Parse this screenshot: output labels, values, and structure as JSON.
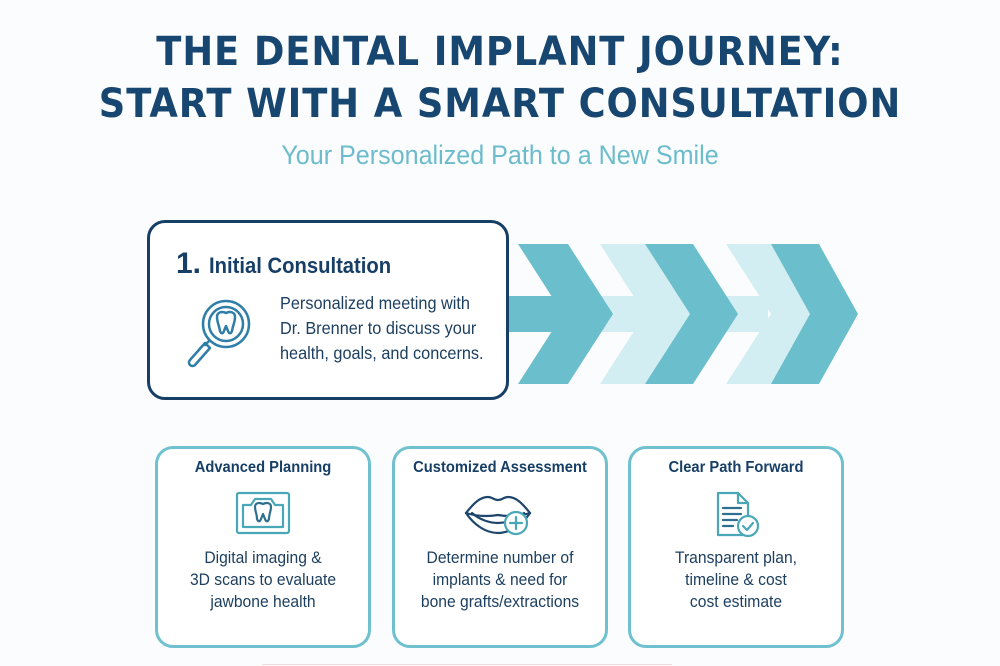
{
  "header": {
    "title_line1": "THE DENTAL IMPLANT JOURNEY:",
    "title_line2": "START WITH A SMART CONSULTATION",
    "subtitle": "Your Personalized Path to a New Smile"
  },
  "main_step": {
    "number": "1.",
    "title": "Initial Consultation",
    "icon": "magnifier-tooth-icon",
    "description_lines": [
      "Personalized meeting with",
      "Dr. Brenner to discuss your",
      "health, goals, and concerns."
    ]
  },
  "progress_arrows": {
    "count": 5,
    "colors": [
      "#6bbfcc",
      "#d3eef2",
      "#6bbfcc",
      "#d3eef2",
      "#6bbfcc"
    ]
  },
  "cards": [
    {
      "title": "Advanced Planning",
      "icon": "dental-xray-icon",
      "description_lines": [
        "Digital imaging &",
        "3D scans to evaluate",
        "jawbone health"
      ]
    },
    {
      "title": "Customized Assessment",
      "icon": "lips-plus-icon",
      "description_lines": [
        "Determine number of",
        "implants & need for",
        "bone grafts/extractions"
      ]
    },
    {
      "title": "Clear Path Forward",
      "icon": "document-check-icon",
      "description_lines": [
        "Transparent plan,",
        "timeline & cost",
        "cost estimate"
      ]
    }
  ],
  "colors": {
    "navy": "#173f66",
    "teal": "#6bbfcc",
    "light_teal": "#d3eef2",
    "card_border": "#70c1cf",
    "background": "#fbfcfd"
  }
}
